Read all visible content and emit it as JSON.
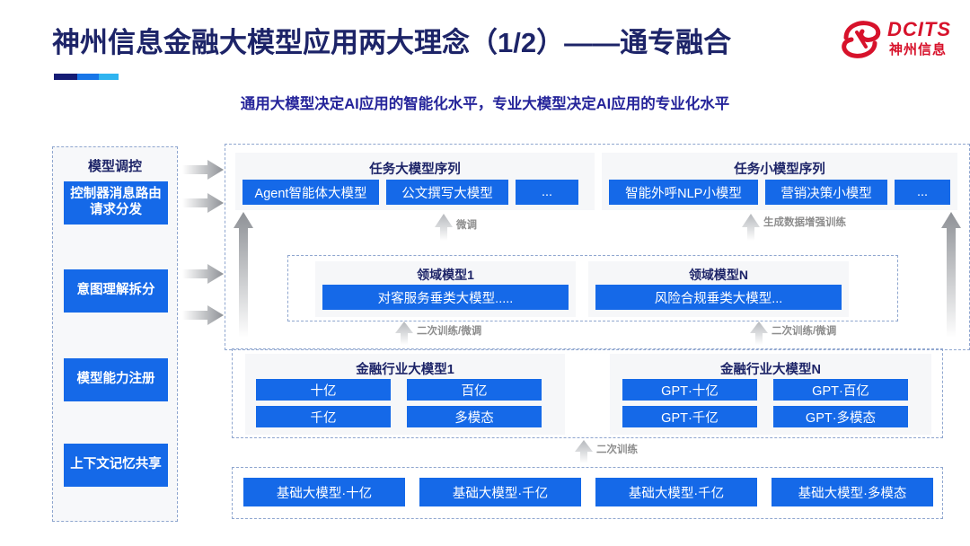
{
  "header": {
    "title": "神州信息金融大模型应用两大理念（1/2）——通专融合",
    "subtitle": "通用大模型决定AI应用的智能化水平，专业大模型决定AI应用的专业化水平",
    "logo_text": "DCITS",
    "logo_sub": "神州信息",
    "accent_colors": [
      "#151c74",
      "#1876e8",
      "#2fb4f0"
    ],
    "title_color": "#1d2468",
    "subtitle_color": "#25249a",
    "logo_color": "#d7122b"
  },
  "control_panel": {
    "title": "模型调控",
    "items": [
      {
        "label": "控制器消息路由请求分发"
      },
      {
        "label": "意图理解拆分"
      },
      {
        "label": "模型能力注册"
      },
      {
        "label": "上下文记忆共享"
      }
    ],
    "box_color": "#1569e8"
  },
  "task_large": {
    "title": "任务大模型序列",
    "chips": [
      "Agent智能体大模型",
      "公文撰写大模型",
      "..."
    ]
  },
  "task_small": {
    "title": "任务小模型序列",
    "chips": [
      "智能外呼NLP小模型",
      "营销决策小模型",
      "..."
    ]
  },
  "domain_models": [
    {
      "title": "领域模型1",
      "chip": "对客服务垂类大模型....."
    },
    {
      "title": "领域模型N",
      "chip": "风险合规垂类大模型..."
    }
  ],
  "industry_models": [
    {
      "title": "金融行业大模型1",
      "chips": [
        "十亿",
        "百亿",
        "千亿",
        "多模态"
      ]
    },
    {
      "title": "金融行业大模型N",
      "chips": [
        "GPT·十亿",
        "GPT·百亿",
        "GPT·千亿",
        "GPT·多模态"
      ]
    }
  ],
  "base_models": {
    "chips": [
      "基础大模型·十亿",
      "基础大模型·千亿",
      "基础大模型·千亿",
      "基础大模型·多模态"
    ]
  },
  "arrow_labels": {
    "finetune": "微调",
    "data_aug": "生成数据增强训练",
    "retrain_finetune_left": "二次训练/微调",
    "retrain_finetune_right": "二次训练/微调",
    "retrain": "二次训练"
  }
}
